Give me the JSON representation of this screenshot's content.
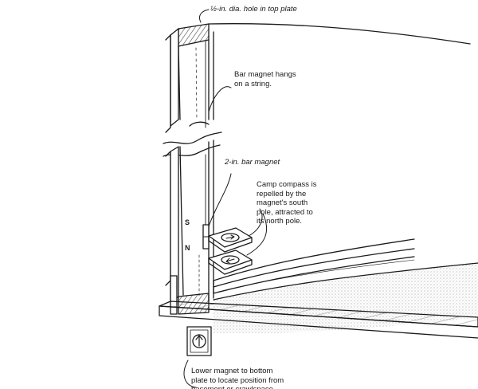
{
  "labels": {
    "hole": "½-in. dia. hole in top plate",
    "hang": "Bar magnet hangs\non a string.",
    "magnet": "2-in. bar magnet",
    "compass": "Camp compass is\nrepelled by the\nmagnet's south\npole, attracted to\nits north pole.",
    "lower": "Lower magnet to bottom\nplate to locate position from\nbasement or crawlspace."
  },
  "poles": {
    "south": "S",
    "north": "N"
  },
  "colors": {
    "ink": "#1a1a1a",
    "paper": "#ffffff",
    "shade": "#555555"
  },
  "icons": [
    "compass-icon",
    "arrow-up-icon"
  ]
}
